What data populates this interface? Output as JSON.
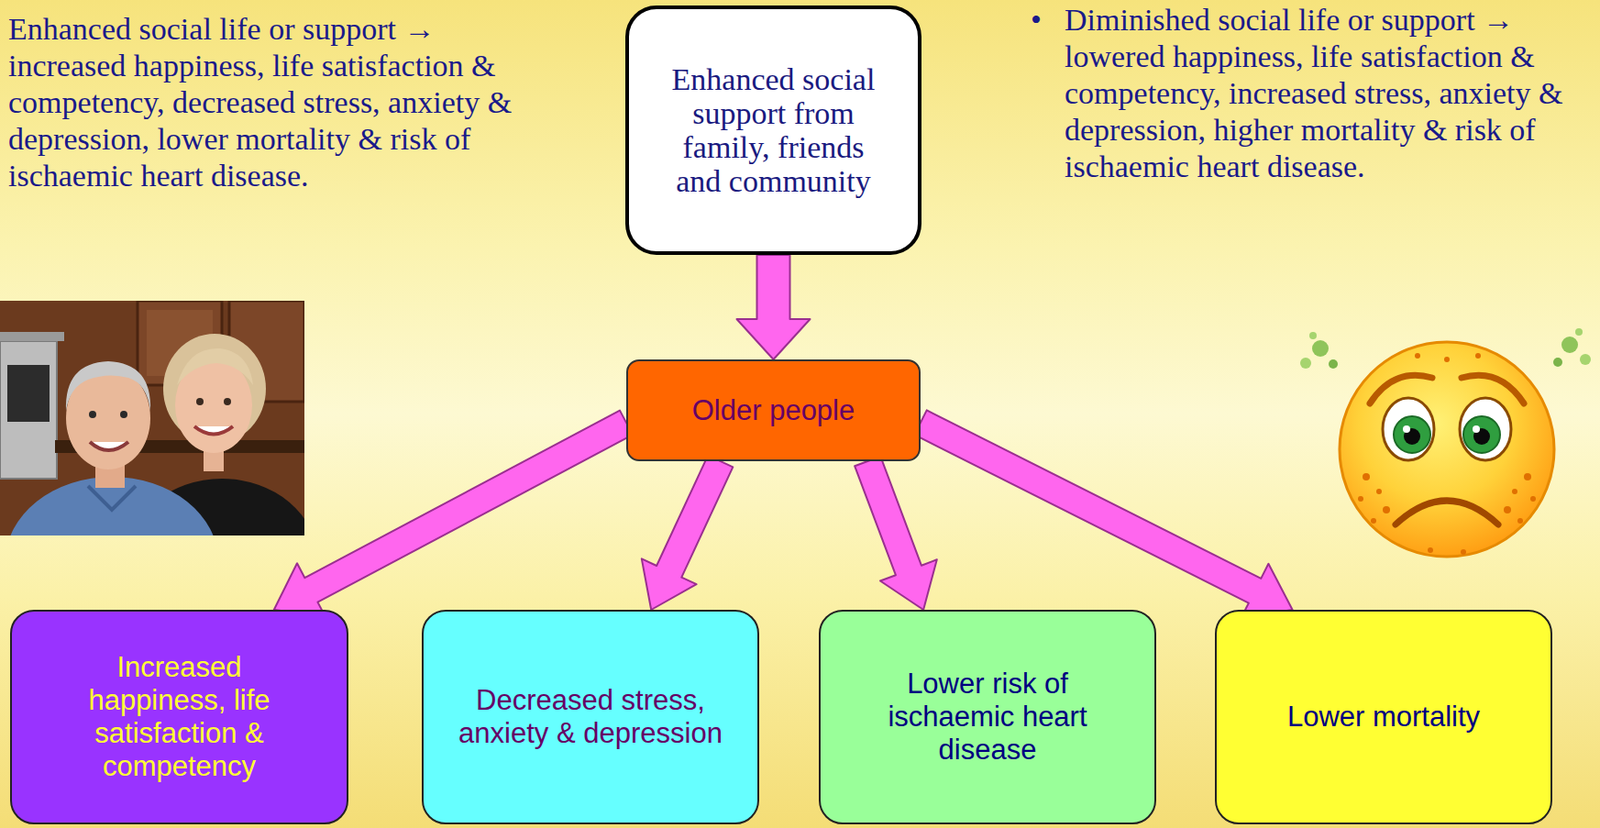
{
  "diagram": {
    "nodes": [
      {
        "text": [
          "Enhanced social support from family, friends and community"
        ]
      },
      {
        "text": [
          "Older people"
        ]
      },
      {
        "text": [
          "Increased happiness, life satisfaction & competency"
        ]
      },
      {
        "text": [
          "Decreased stress, anxiety & depression"
        ]
      },
      {
        "text": [
          "Lower risk of ischaemic heart disease"
        ]
      },
      {
        "text": [
          "Lower mortality"
        ]
      }
    ],
    "edges": [
      {
        "from": 0,
        "to": 1,
        "arrow": "to"
      },
      {
        "from": 1,
        "to": 2,
        "arrow": "to"
      },
      {
        "from": 1,
        "to": 3,
        "arrow": "to"
      },
      {
        "from": 1,
        "to": 4,
        "arrow": "to"
      },
      {
        "from": 1,
        "to": 5,
        "arrow": "to"
      }
    ],
    "labels": [
      "Enhanced social life or support → increased happiness, life satisfaction & competency, decreased stress, anxiety & depression, lower mortality & risk of ischaemic heart disease.",
      "•",
      "Diminished social life or support → lowered happiness, life satisfaction & competency, increased stress, anxiety & depression, higher mortality & risk of ischaemic heart disease."
    ]
  }
}
